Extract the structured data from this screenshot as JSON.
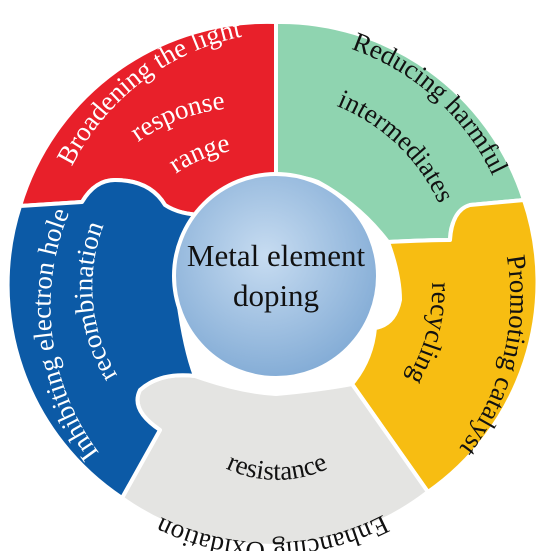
{
  "center": {
    "line1": "Metal element",
    "line2": "doping",
    "color": "#a9c7e6"
  },
  "segments": [
    {
      "id": "light",
      "color": "#e8202a",
      "text_color": "#ffffff",
      "lines": [
        "Broadening the light",
        "response",
        "range"
      ]
    },
    {
      "id": "intermediates",
      "color": "#8fd4b0",
      "text_color": "#111111",
      "lines": [
        "Reducing harmful",
        "intermediates"
      ]
    },
    {
      "id": "catalyst",
      "color": "#f7bd12",
      "text_color": "#111111",
      "lines": [
        "Promoting catalyst",
        "recycling"
      ]
    },
    {
      "id": "oxidation",
      "color": "#e4e4e2",
      "text_color": "#111111",
      "lines": [
        "Enhancing Oxidation",
        "resistance"
      ]
    },
    {
      "id": "recombination",
      "color": "#0c5aa6",
      "text_color": "#ffffff",
      "lines": [
        "Inhibiting electron hole",
        "recombination"
      ]
    }
  ],
  "outline_color": "#ffffff"
}
